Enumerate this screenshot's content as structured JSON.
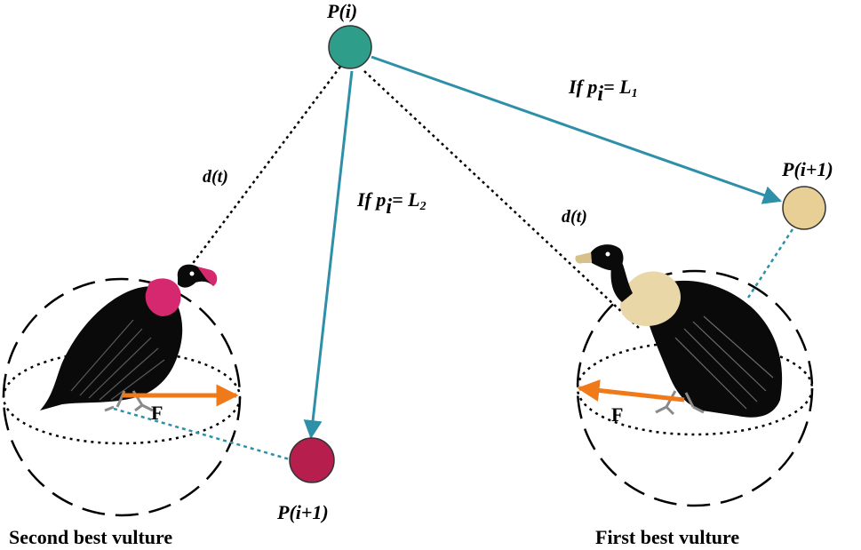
{
  "labels": {
    "p_i": "P(i)",
    "p_i1_right": "P(i+1)",
    "p_i1_bottom": "P(i+1)",
    "d_t_left": "d(t)",
    "d_t_right": "d(t)",
    "if_pi": "If p",
    "sub_i": "i",
    "eq": "= ",
    "L": "L",
    "sub_1": "1",
    "sub_2": "2",
    "force": "F",
    "second_best": "Second best vulture",
    "first_best": "First best vulture"
  },
  "colors": {
    "node_current": "#2e9e8b",
    "node_first_target": "#e8cf95",
    "node_second_target": "#b51e4d",
    "arrow": "#2e8fa8",
    "force_arrow": "#f07a1a",
    "vulture_body": "#0a0a0a",
    "ruff_pale": "#ead7a8",
    "neck_red": "#d6286e"
  }
}
